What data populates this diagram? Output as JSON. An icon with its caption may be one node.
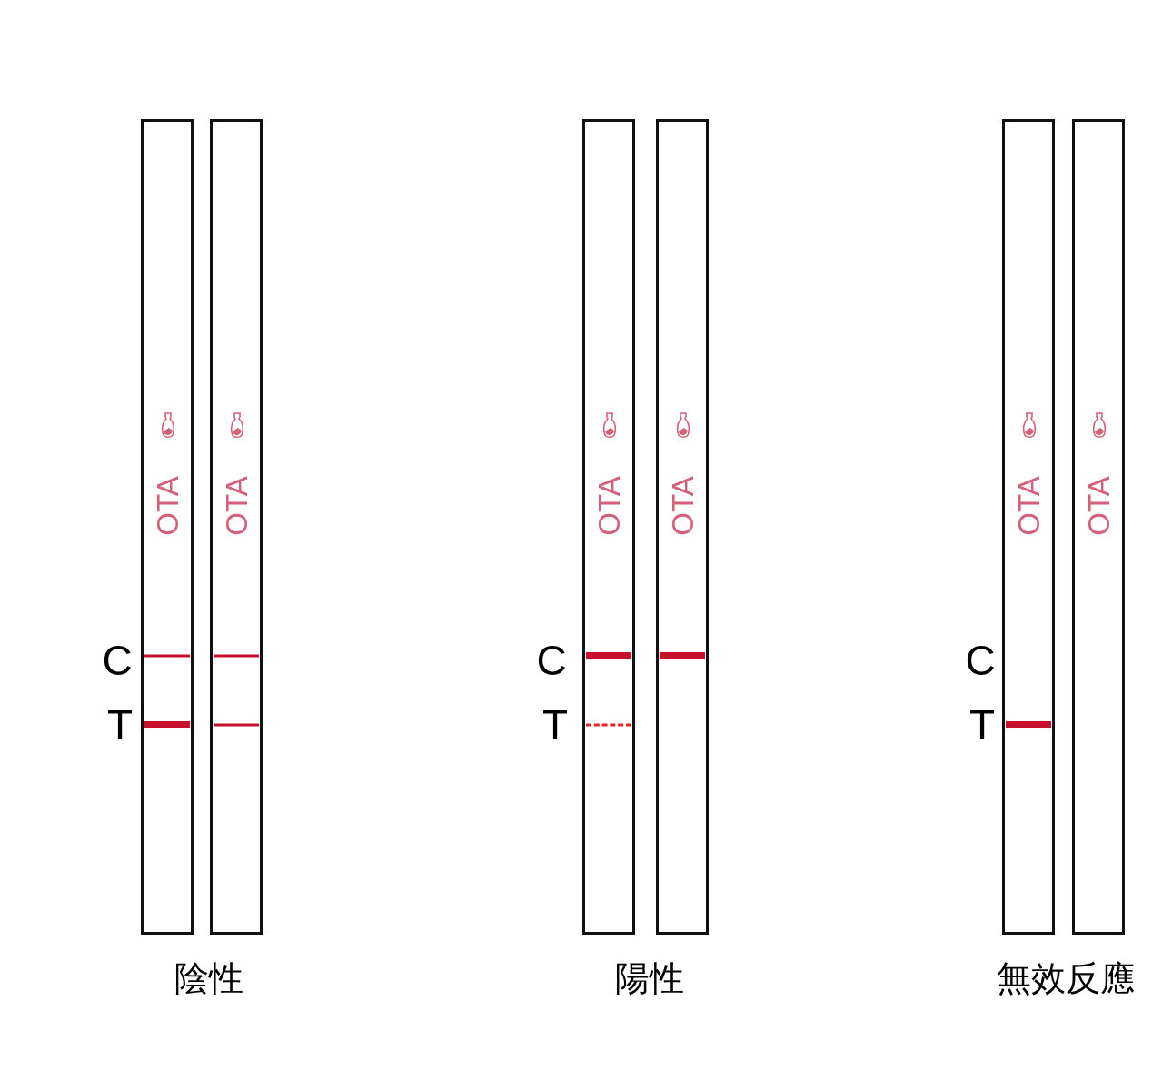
{
  "diagram": {
    "nodes": [
      {
        "text": [
          "OTA"
        ]
      },
      {
        "text": [
          "OTA"
        ]
      },
      {
        "text": [
          "OTA"
        ]
      },
      {
        "text": [
          "OTA"
        ]
      },
      {
        "text": [
          "OTA"
        ]
      },
      {
        "text": [
          "OTA"
        ]
      }
    ],
    "labels": [
      "C",
      "C",
      "C",
      "T",
      "T",
      "T",
      "陰性",
      "陽性",
      "無效反應"
    ]
  }
}
